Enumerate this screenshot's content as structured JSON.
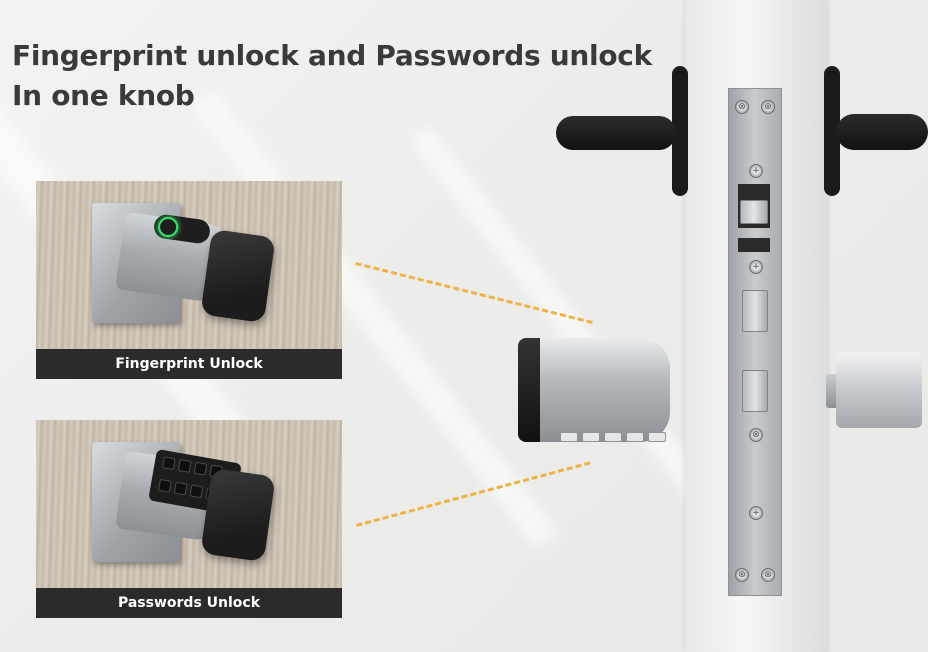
{
  "headline": {
    "line1": "Fingerprint unlock and Passwords unlock",
    "line2": "In one knob"
  },
  "panels": [
    {
      "caption": "Fingerprint Unlock",
      "icon": "fingerprint-sensor-icon"
    },
    {
      "caption": "Passwords Unlock",
      "icon": "keypad-icon"
    }
  ],
  "colors": {
    "headline_text": "#3a3a3a",
    "caption_bg": "#2b2b2b",
    "caption_text": "#ffffff",
    "dash_accent": "#f0b245",
    "fingerprint_ring": "#39e36a"
  }
}
